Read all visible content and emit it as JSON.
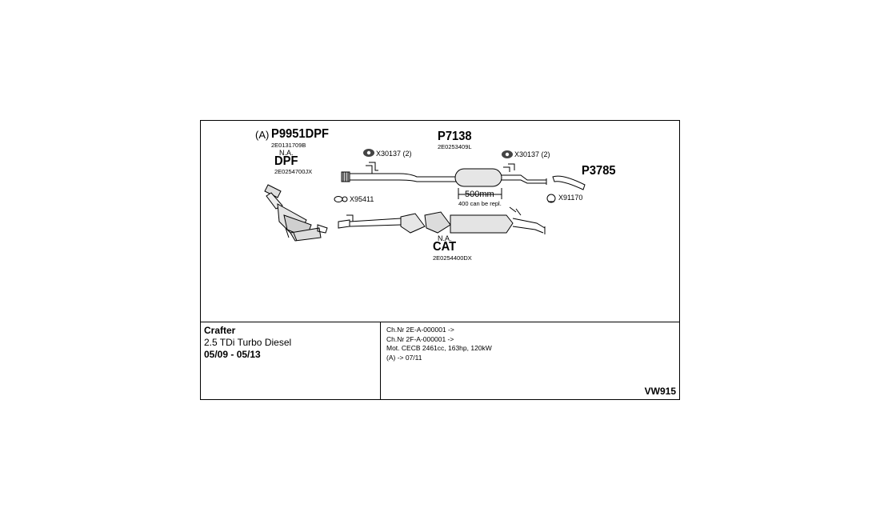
{
  "parts": {
    "p9951_prefix": "(A)",
    "p9951_code": "P9951DPF",
    "p9951_oem": "2E0131709B",
    "dpf_na": "N.A.",
    "dpf_label": "DPF",
    "dpf_oem": "2E0254700JX",
    "x30137_left": "X30137 (2)",
    "x95411": "X95411",
    "p7138_code": "P7138",
    "p7138_oem": "2E0253409L",
    "length_label": "500mm",
    "repl_note": "400 can be repl.",
    "x30137_right": "X30137 (2)",
    "p3785_code": "P3785",
    "x91170": "X91170",
    "cat_na": "N.A.",
    "cat_label": "CAT",
    "cat_oem": "2E0254400DX"
  },
  "vehicle": {
    "model": "Crafter",
    "engine": "2.5 TDi Turbo Diesel",
    "years": "05/09 - 05/13"
  },
  "notes": [
    "Ch.Nr 2E-A-000001 ->",
    "Ch.Nr 2F-A-000001 ->",
    "Mot. CECB 2461cc, 163hp, 120kW",
    "(A) -> 07/11"
  ],
  "reference": "VW915"
}
